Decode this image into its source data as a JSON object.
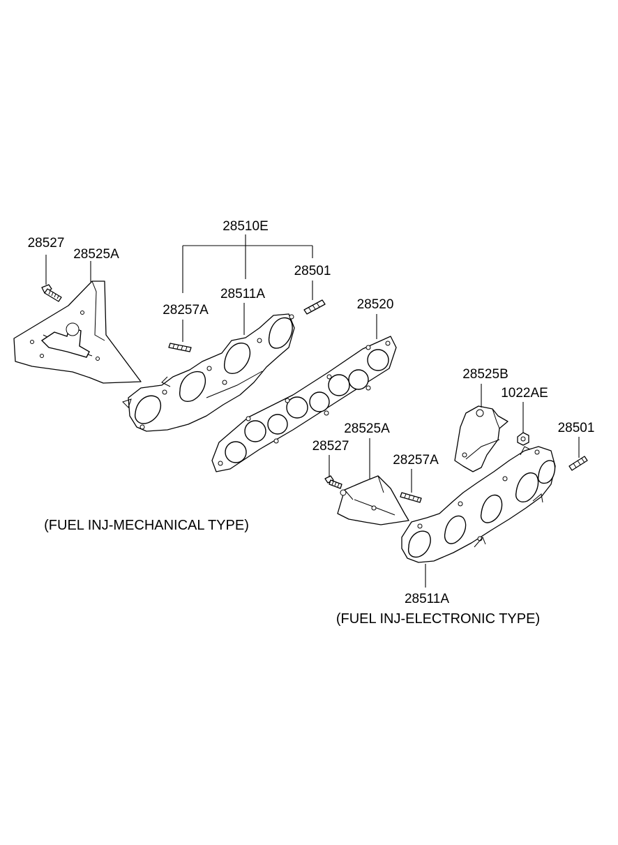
{
  "labels": {
    "group_28510E": "28510E",
    "left_28527": "28527",
    "left_28525A": "28525A",
    "left_28501": "28501",
    "left_28511A": "28511A",
    "left_28257A": "28257A",
    "gasket_28520": "28520",
    "right_28525B": "28525B",
    "right_1022AE": "1022AE",
    "right_28501": "28501",
    "right_28525A": "28525A",
    "right_28527": "28527",
    "right_28257A": "28257A",
    "right_28511A": "28511A"
  },
  "captions": {
    "mechanical": "(FUEL INJ-MECHANICAL TYPE)",
    "electronic": "(FUEL INJ-ELECTRONIC TYPE)"
  },
  "icons": {
    "bolt": "bolt-icon",
    "stud": "stud-icon",
    "nut": "nut-icon"
  }
}
